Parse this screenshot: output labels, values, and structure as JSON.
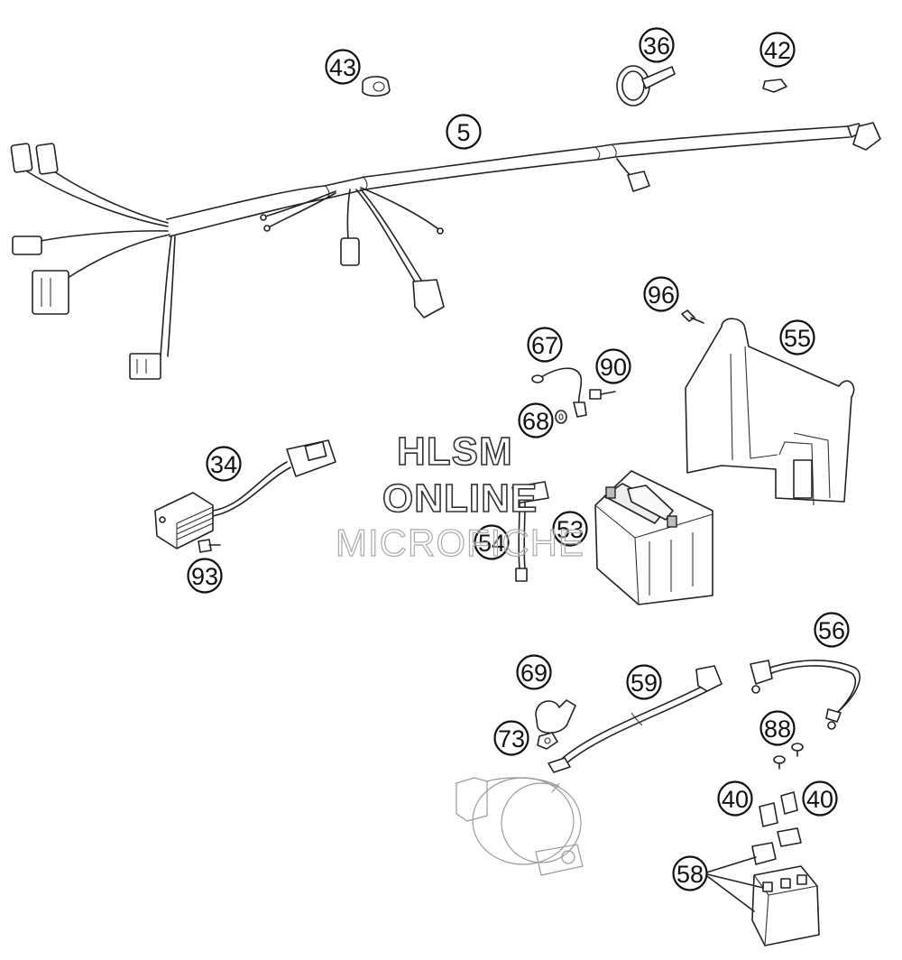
{
  "watermark": {
    "line1": "HLSM",
    "line2": "ONLINE",
    "line3": "MICROFICHE"
  },
  "callouts": [
    {
      "id": "c43",
      "label": "43"
    },
    {
      "id": "c36",
      "label": "36"
    },
    {
      "id": "c42",
      "label": "42"
    },
    {
      "id": "c5",
      "label": "5"
    },
    {
      "id": "c96",
      "label": "96"
    },
    {
      "id": "c55",
      "label": "55"
    },
    {
      "id": "c67",
      "label": "67"
    },
    {
      "id": "c90",
      "label": "90"
    },
    {
      "id": "c68",
      "label": "68"
    },
    {
      "id": "c34",
      "label": "34"
    },
    {
      "id": "c54",
      "label": "54"
    },
    {
      "id": "c53",
      "label": "53"
    },
    {
      "id": "c93",
      "label": "93"
    },
    {
      "id": "c56",
      "label": "56"
    },
    {
      "id": "c69",
      "label": "69"
    },
    {
      "id": "c59",
      "label": "59"
    },
    {
      "id": "c73",
      "label": "73"
    },
    {
      "id": "c88",
      "label": "88"
    },
    {
      "id": "c40a",
      "label": "40"
    },
    {
      "id": "c40b",
      "label": "40"
    },
    {
      "id": "c58",
      "label": "58"
    }
  ]
}
